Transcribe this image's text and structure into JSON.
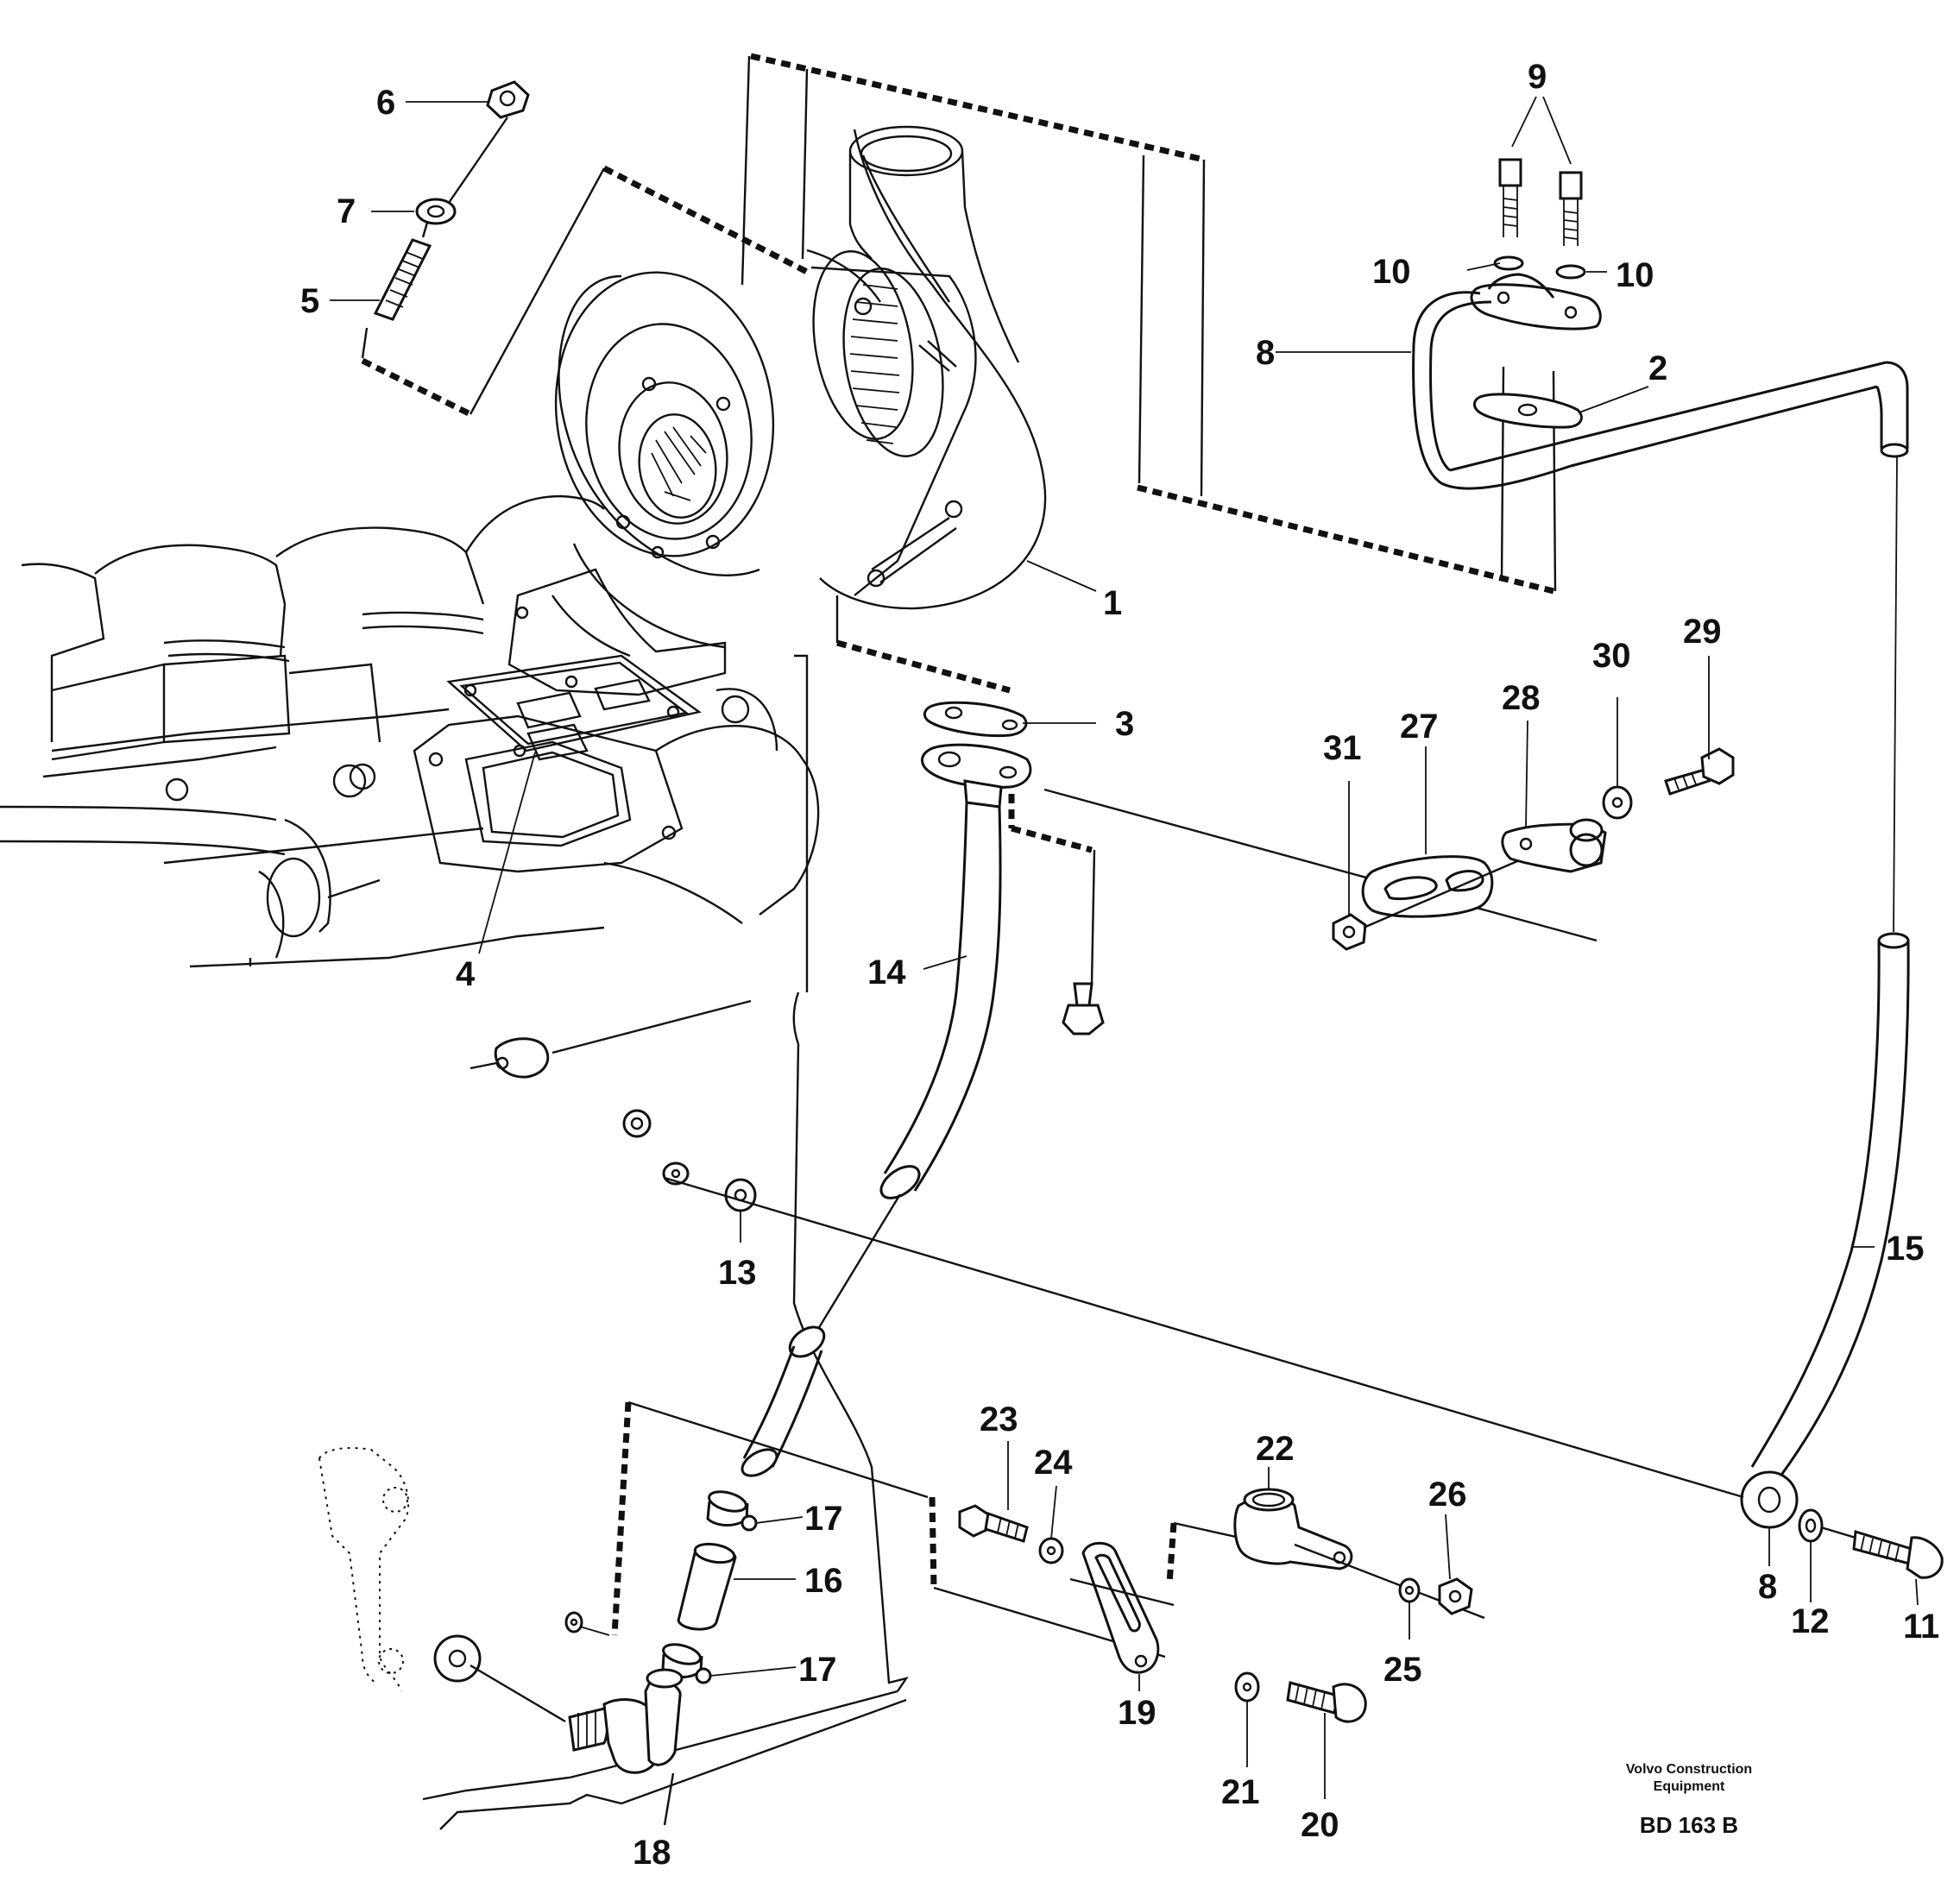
{
  "diagram": {
    "part_numbers": [
      "1",
      "2",
      "3",
      "4",
      "5",
      "6",
      "7",
      "8",
      "9",
      "10",
      "10",
      "8",
      "11",
      "12",
      "13",
      "14",
      "15",
      "16",
      "17",
      "17",
      "18",
      "19",
      "20",
      "21",
      "22",
      "23",
      "24",
      "25",
      "26",
      "27",
      "28",
      "29",
      "30",
      "31"
    ]
  },
  "footer": {
    "publisher_line1": "Volvo Construction",
    "publisher_line2": "Equipment",
    "drawing_code": "BD 163 B"
  }
}
